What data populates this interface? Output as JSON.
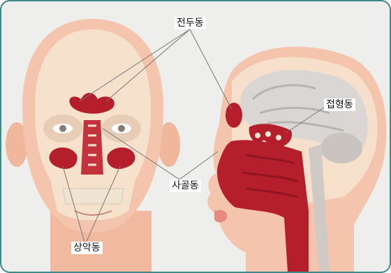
{
  "labels": {
    "frontal": "전두동",
    "sphenoid": "접형동",
    "ethmoid": "사골동",
    "maxillary": "상악동"
  },
  "colors": {
    "border": "#3c8b88",
    "background": "#eeeeec",
    "skin": "#f4c4ad",
    "sinus": "#b51f2b",
    "bone": "#f6e6d2",
    "brain": "#d9d6d4",
    "leader_line": "#777777"
  }
}
